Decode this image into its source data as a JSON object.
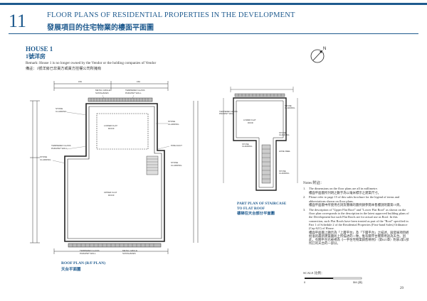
{
  "header": {
    "section_number": "11",
    "title_en": "FLOOR PLANS OF RESIDENTIAL PROPERTIES IN THE DEVELOPMENT",
    "title_zh": "發展項目的住宅物業的樓面平面圖"
  },
  "house": {
    "title_en": "HOUSE 1",
    "title_zh": "1號洋房",
    "remark_en": "Remark: House 1 is no longer owned by the Vendor or the holding companies of Vendor",
    "remark_zh": "備註：1號洋房已非賣方或賣方控權公司所擁有"
  },
  "north": {
    "label": "N"
  },
  "plan_labels": {
    "metal_grille": "METAL GRILLE",
    "sunshades": "SUNSHADES",
    "tempered_glass": "TEMPERED GLASS",
    "parapet_wall": "PARAPET WALL",
    "stone": "STONE",
    "cladding": "CLADDING",
    "lower_flat": "LOWER FLAT",
    "roof": "ROOF",
    "upper_flat": "UPPER FLAT",
    "pipe_duct": "PIPE DUCT",
    "hose_reel": "HOSE REEL",
    "dimension_mark": "150"
  },
  "captions": {
    "roof_plan_en": "ROOF PLAN (R/F PLAN)",
    "roof_plan_zh": "天台平面圖",
    "stair_en_1": "PART PLAN OF STAIRCASE",
    "stair_en_2": "TO FLAT ROOF",
    "stair_zh": "樓梯往天台部分平面圖"
  },
  "notes": {
    "title": "Notes 附註：",
    "items": [
      {
        "n": "1.",
        "en": "The dimensions on the floor plans are all in millimetre.",
        "zh": "樓面平面圖所列明之數字為以毫米標示之建築尺寸。"
      },
      {
        "n": "2.",
        "en": "Please refer to page 15 of this sales brochure for the legend of terms and abbreviations shown on floor plans.",
        "zh": "樓面平面圖中所使用名詞及簡稱的圖例請參閱本售樓說明書第15頁。"
      },
      {
        "n": "3.",
        "en": "The description of \"Upper Flat Roof\" and \"Lower Flat Roof\" as shown on the floor plan corresponds to the description in the latest approved building plans of the Development but such Flat Roofs are for actual use as Roof. In this connection, such Flat Roofs have been treated as part of the \"Roof\" specified in Part 1 of Schedule 2 of the Residential Properties (First-hand Sales) Ordinance (Cap 621) of House.",
        "zh": "樓面平面圖上顯示為「上層平台」及「下層平台」之描述，與發展項目經批准的最新建築圖則上所描述的一致，惟有關平台實際用途為天台。因此，有關平台已被視為《一手住宅物業銷售條例》（第621章）附表2第1部所訂的天台的一部分。"
      }
    ]
  },
  "scale": {
    "label": "SCALE 比例：",
    "zero": "0",
    "max": "5M (米)"
  },
  "page": {
    "number": "29"
  }
}
